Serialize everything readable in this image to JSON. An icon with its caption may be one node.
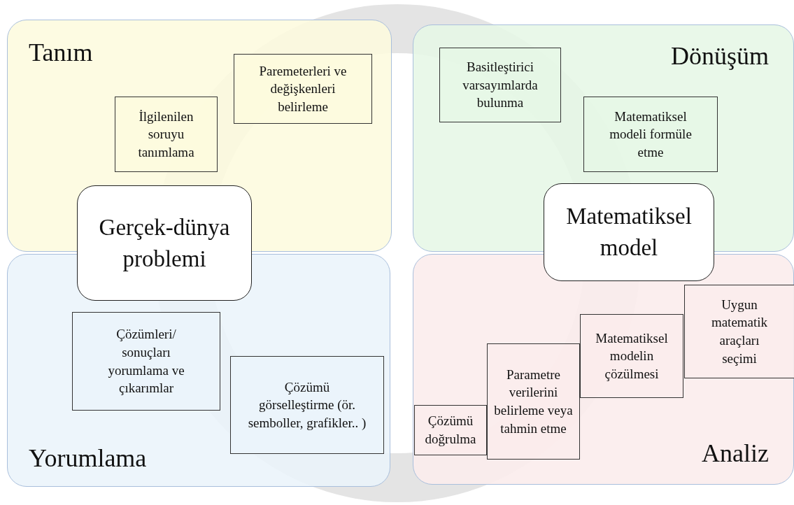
{
  "diagram": {
    "nodes": [
      {
        "text": [
          "Tanım"
        ]
      },
      {
        "text": [
          "Paremeterleri ve değişkenleri belirleme"
        ],
        "in": 0
      },
      {
        "text": [
          "İlgilenilen soruyu tanımlama"
        ],
        "in": 0
      },
      {
        "text": [
          "Dönüşüm"
        ]
      },
      {
        "text": [
          "Basitleştirici varsayımlarda bulunma"
        ],
        "in": 3
      },
      {
        "text": [
          "Matematiksel modeli formüle etme"
        ],
        "in": 3
      },
      {
        "text": [
          "Gerçek-dünya problemi"
        ]
      },
      {
        "text": [
          "Matematiksel model"
        ]
      },
      {
        "text": [
          "Yorumlama"
        ]
      },
      {
        "text": [
          "Çözümleri/ sonuçları yorumlama ve çıkarımlar"
        ],
        "in": 8
      },
      {
        "text": [
          "Çözümü görselleştirme (ör. semboller, grafikler.. )"
        ],
        "in": 8
      },
      {
        "text": [
          "Analiz"
        ]
      },
      {
        "text": [
          "Uygun matematik araçları seçimi"
        ],
        "in": 11
      },
      {
        "text": [
          "Matematiksel modelin çözülmesi"
        ],
        "in": 11
      },
      {
        "text": [
          "Parametre verilerini belirleme veya tahmin etme"
        ],
        "in": 11
      },
      {
        "text": [
          "Çözümü doğrulma"
        ],
        "in": 11
      }
    ]
  }
}
